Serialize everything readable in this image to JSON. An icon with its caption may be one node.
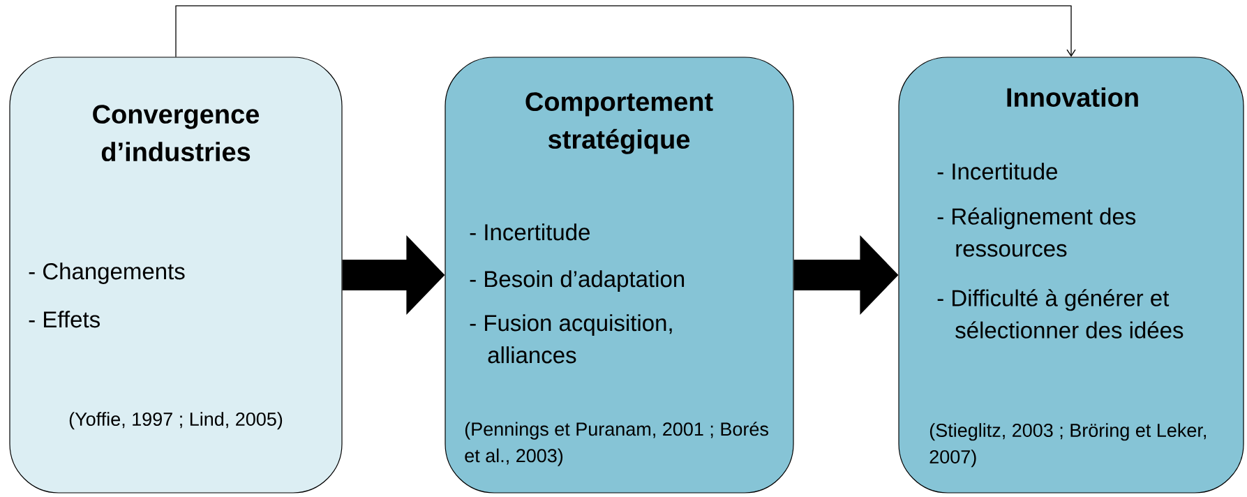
{
  "diagram": {
    "nodes": [
      {
        "text": [
          "Convergence d’industries",
          "- Changements",
          "- Effets",
          "(Yoffie, 1997 ; Lind, 2005)"
        ]
      },
      {
        "text": [
          "Comportement stratégique",
          "- Incertitude",
          "- Besoin d’adaptation",
          "- Fusion acquisition, alliances",
          "(Pennings et Puranam, 2001 ; Borés et al., 2003)"
        ]
      },
      {
        "text": [
          "Innovation",
          "- Incertitude",
          "- Réalignement des ressources",
          "- Difficulté à générer et sélectionner des idées",
          "(Stieglitz, 2003 ; Bröring et Leker, 2007)"
        ]
      }
    ],
    "edges": [
      {
        "from": 0,
        "to": 1,
        "arrow": "to",
        "style": "thick"
      },
      {
        "from": 1,
        "to": 2,
        "arrow": "to",
        "style": "thick"
      },
      {
        "from": 0,
        "to": 2,
        "arrow": "to"
      }
    ]
  }
}
